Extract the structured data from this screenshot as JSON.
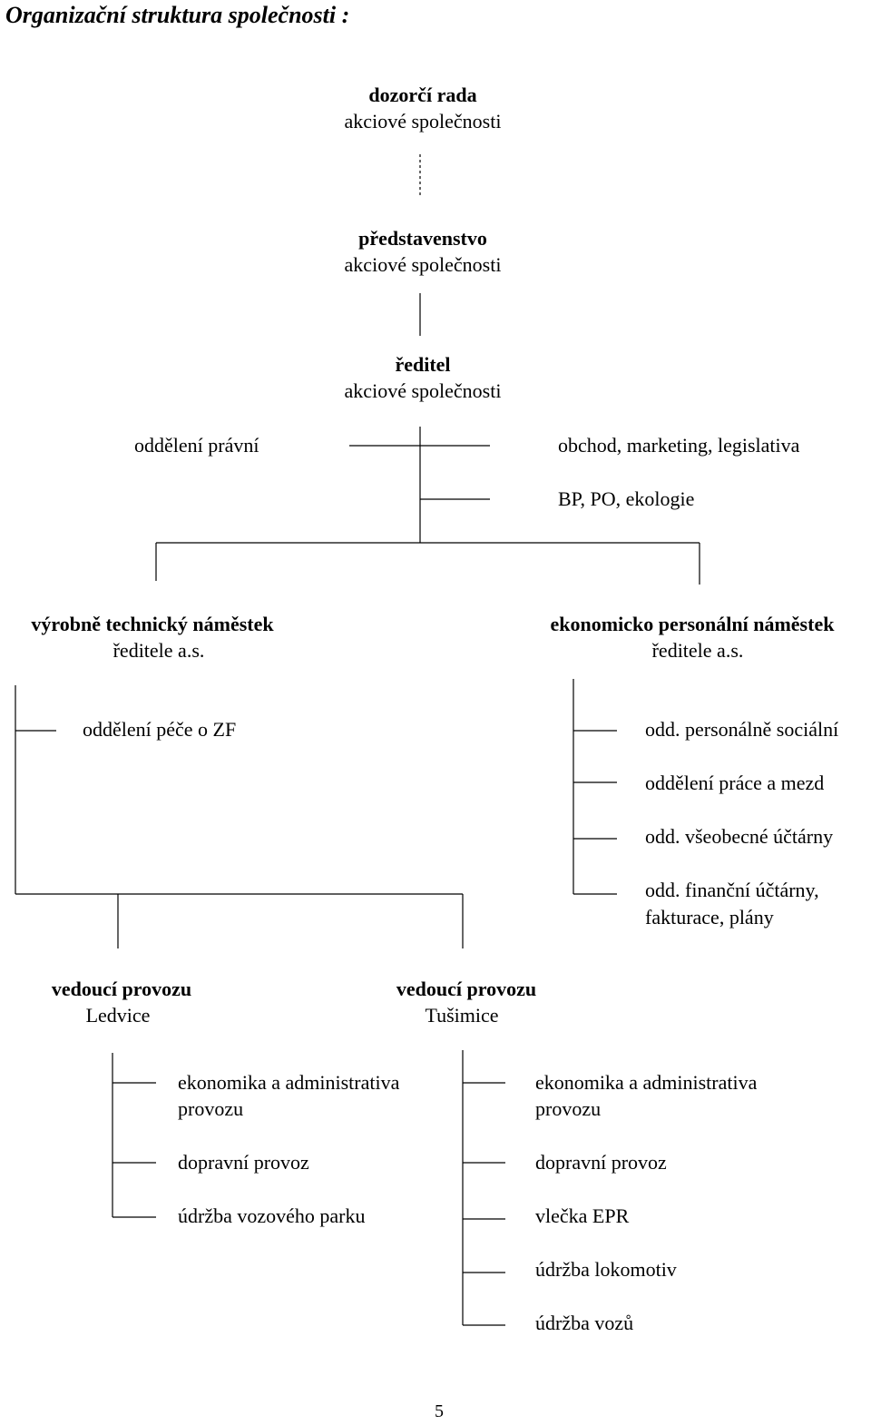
{
  "title": "Organizační struktura společnosti :",
  "board": {
    "name": "dozorčí rada",
    "sub": "akciové společnosti"
  },
  "management": {
    "name": "představenstvo",
    "sub": "akciové společnosti"
  },
  "director": {
    "name": "ředitel",
    "sub": "akciové společnosti"
  },
  "staff": {
    "legal": "oddělení právní",
    "commerce": "obchod, marketing, legislativa",
    "safety": "BP, PO, ekologie"
  },
  "technical_deputy": {
    "name": "výrobně technický náměstek",
    "sub": "ředitele a.s.",
    "units": [
      "oddělení péče o ZF"
    ]
  },
  "economic_deputy": {
    "name": "ekonomicko personální náměstek",
    "sub": "ředitele a.s.",
    "units": [
      "odd. personálně sociální",
      "oddělení práce a mezd",
      "odd. všeobecné účtárny",
      "odd. finanční účtárny,",
      "fakturace, plány"
    ]
  },
  "ledvice": {
    "name": "vedoucí provozu",
    "sub": "Ledvice",
    "units": [
      "ekonomika a administrativa",
      "provozu",
      "dopravní provoz",
      "údržba vozového parku"
    ]
  },
  "tusimice": {
    "name": "vedoucí provozu",
    "sub": "Tušimice",
    "units": [
      "ekonomika a administrativa",
      "provozu",
      "dopravní provoz",
      "vlečka EPR",
      "údržba lokomotiv",
      "údržba vozů"
    ]
  },
  "page_number": "5"
}
